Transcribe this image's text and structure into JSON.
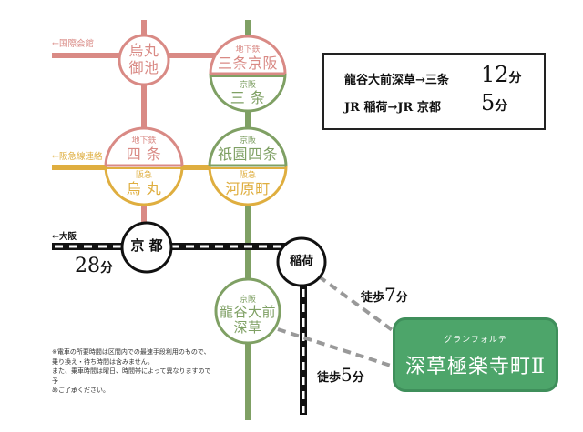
{
  "colors": {
    "subway": "#d98a85",
    "keihan": "#7fa064",
    "hankyu": "#dfae3f",
    "jr": "#111111",
    "destination": "#4da56a",
    "walk_path": "#999999"
  },
  "directions": {
    "kokusai_kaikan": "←国際会館",
    "hankyu_connection": "←阪急線連絡",
    "osaka": "←大阪"
  },
  "stations": {
    "karasuma_oike": {
      "line1": "烏丸",
      "line2": "御池"
    },
    "sanjo_keihan": {
      "operator": "地下鉄",
      "name": "三条京阪"
    },
    "sanjo": {
      "operator": "京阪",
      "name": "三 条"
    },
    "shijo": {
      "operator": "地下鉄",
      "name": "四 条"
    },
    "karasuma": {
      "operator": "阪急",
      "name": "烏 丸"
    },
    "gion_shijo": {
      "operator": "京阪",
      "name": "祇園四条"
    },
    "kawaramachi": {
      "operator": "阪急",
      "name": "河原町"
    },
    "kyoto": {
      "name": "京 都"
    },
    "inari": {
      "name": "稲荷"
    },
    "ryukoku": {
      "operator": "京阪",
      "line1": "龍谷大前",
      "line2": "深草"
    }
  },
  "osaka_time": {
    "value": "28",
    "unit": "分"
  },
  "info_box": {
    "rows": [
      {
        "route": "龍谷大前深草→三条",
        "value": "12",
        "unit": "分"
      },
      {
        "route": "JR 稲荷→JR 京都",
        "value": "5",
        "unit": "分"
      }
    ]
  },
  "walks": [
    {
      "label": "徒歩",
      "value": "7",
      "unit": "分"
    },
    {
      "label": "徒歩",
      "value": "5",
      "unit": "分"
    }
  ],
  "destination": {
    "kana": "グランフォルテ",
    "name": "深草極楽寺町Ⅱ"
  },
  "note": {
    "lines": [
      "※電車の所要時間は区間内での最速手段利用のもので、",
      "乗り換え・待ち時間は含みません。",
      "また、乗車時間は曜日、時間帯によって異なりますので予",
      "めご了承ください。"
    ]
  }
}
